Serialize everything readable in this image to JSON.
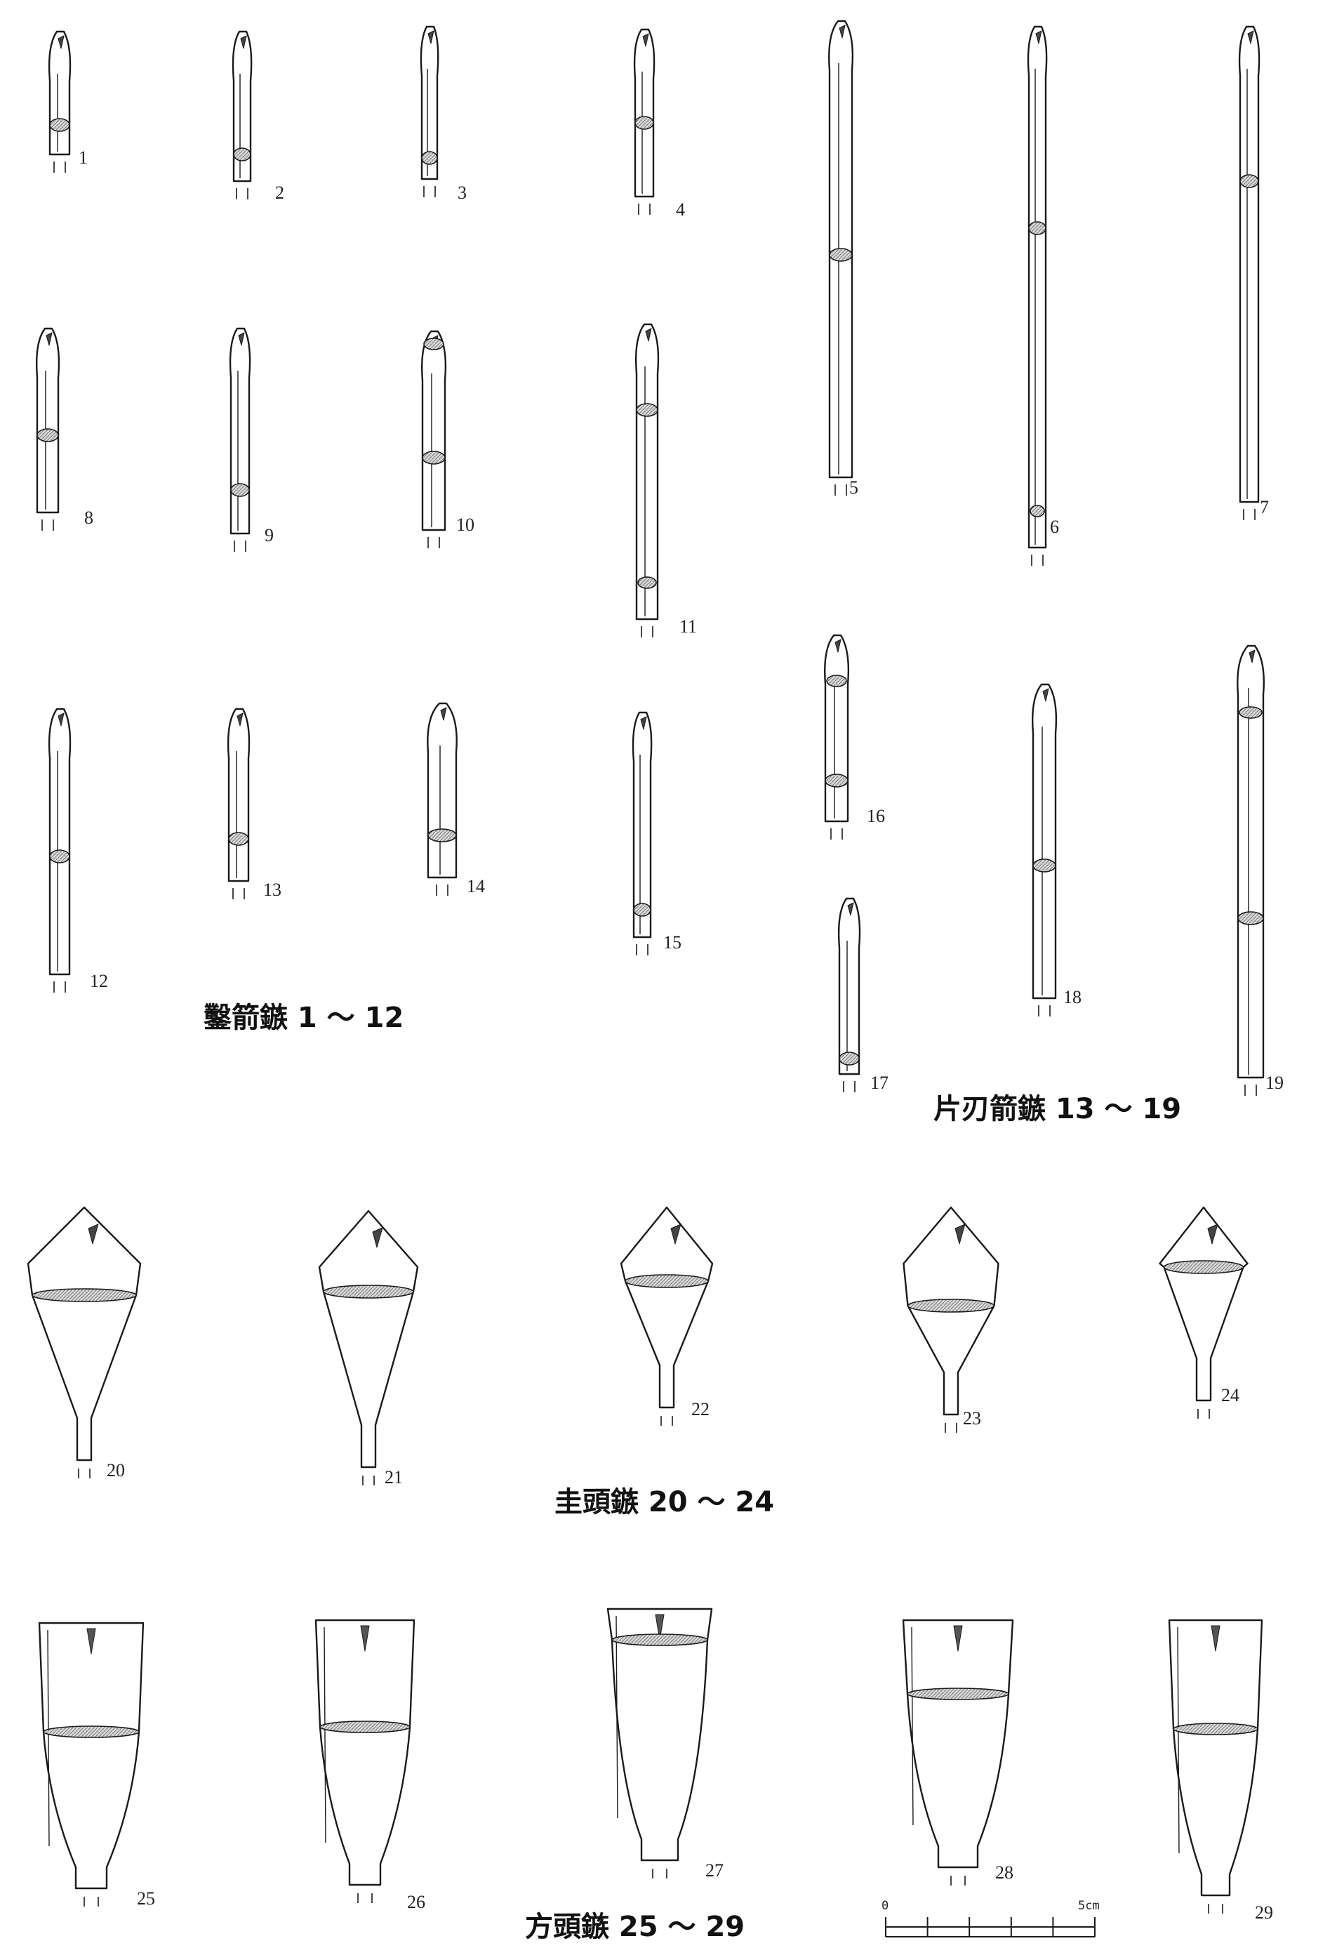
{
  "figure_numbers": [
    "1",
    "2",
    "3",
    "4",
    "5",
    "6",
    "7",
    "8",
    "9",
    "10",
    "11",
    "12",
    "13",
    "14",
    "15",
    "16",
    "17",
    "18",
    "19",
    "20",
    "21",
    "22",
    "23",
    "24",
    "25",
    "26",
    "27",
    "28",
    "29"
  ],
  "captions": {
    "group_1_12": "鑿箭鏃 1 〜 12",
    "group_13_19": "片刃箭鏃 13 〜 19",
    "group_20_24": "圭頭鏃 20 〜 24",
    "group_25_29": "方頭鏃 25 〜 29"
  },
  "scale_bar": {
    "start_label": "0",
    "end_label": "5cm"
  },
  "colors": {
    "ink": "#1a1a1a",
    "hatch": "#8a8a8a",
    "background": "#ffffff"
  }
}
